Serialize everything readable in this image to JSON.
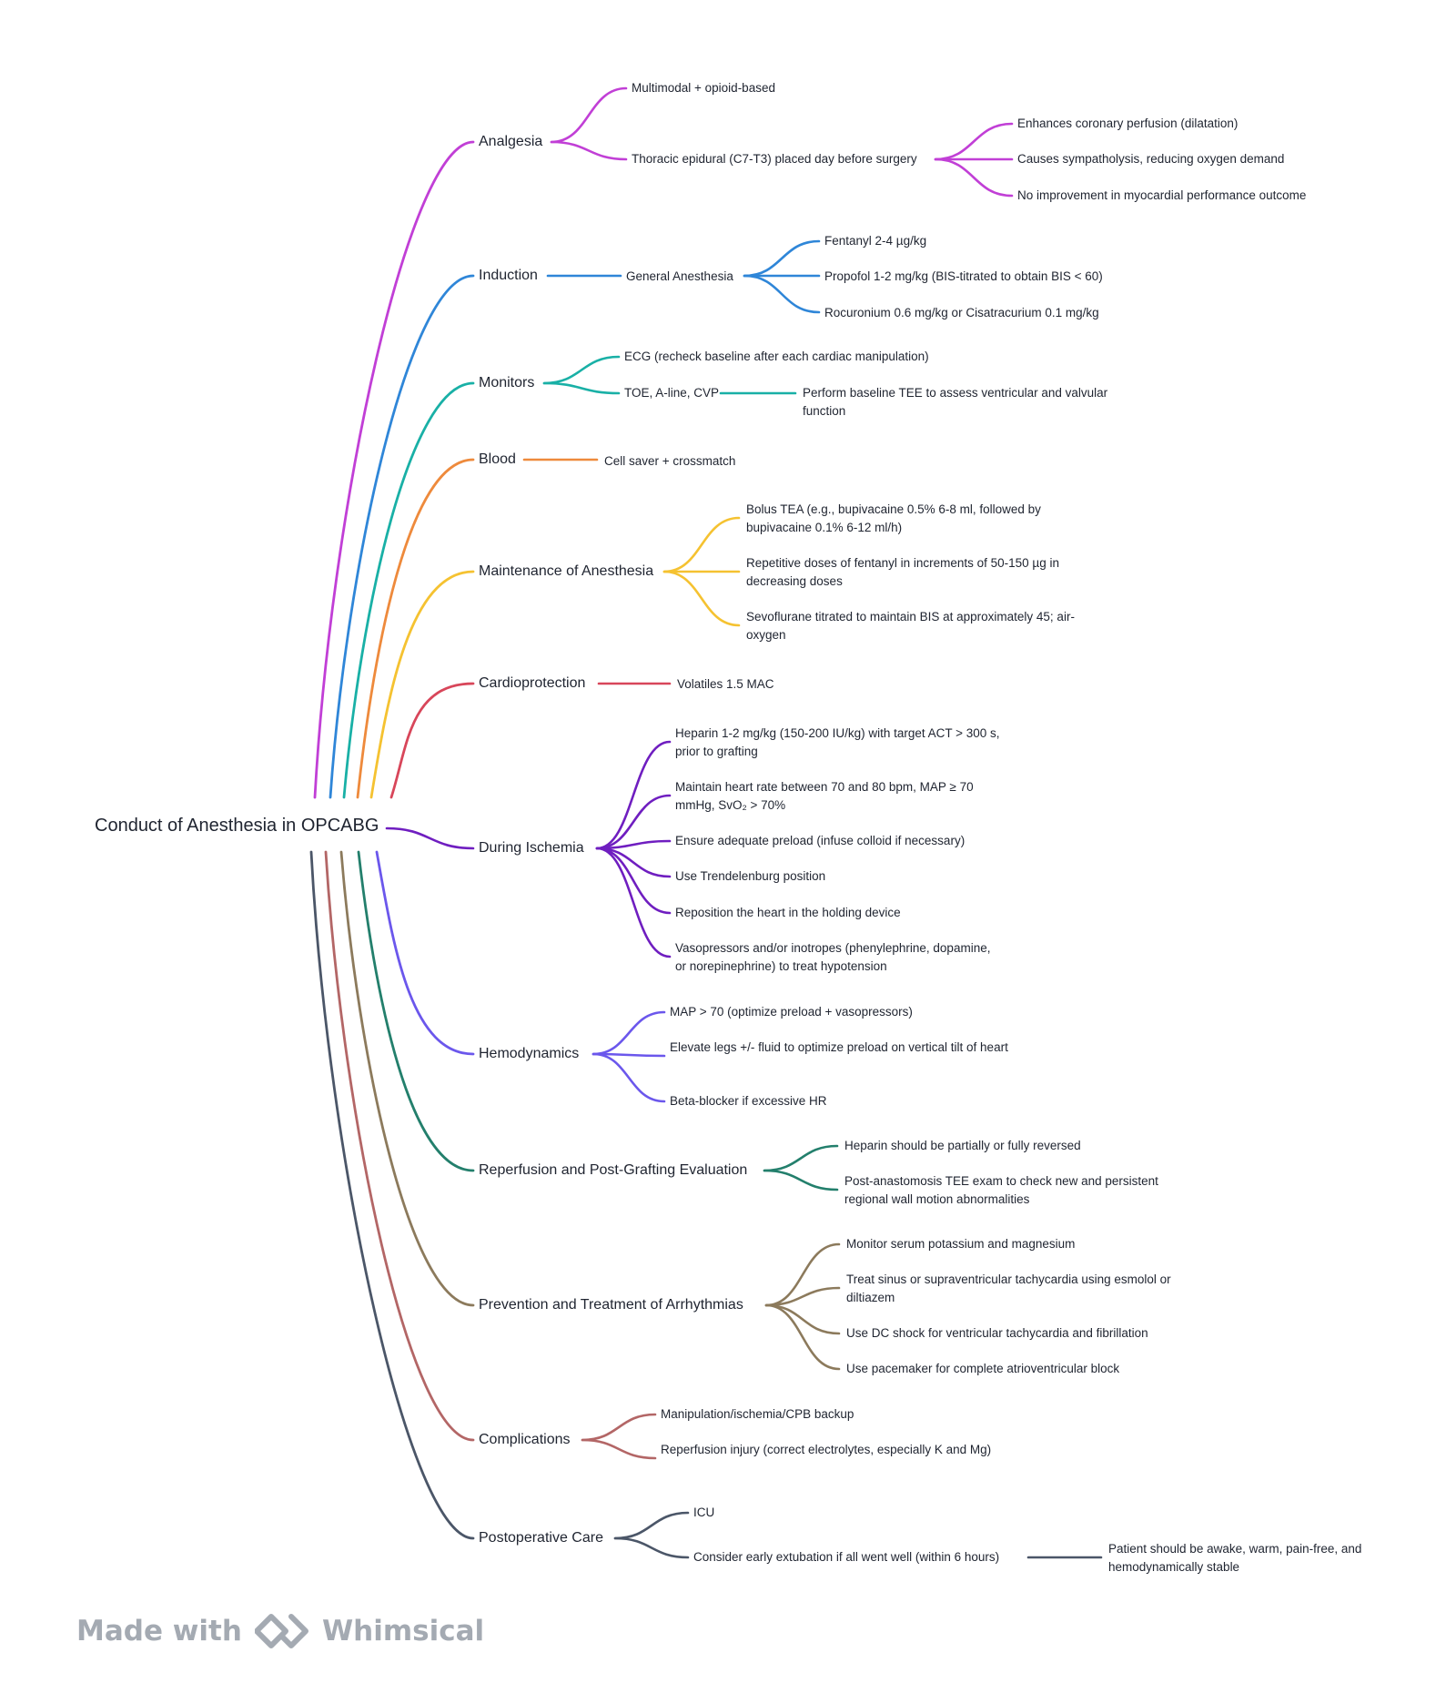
{
  "root": {
    "label": "Conduct of Anesthesia in OPCABG"
  },
  "branches": [
    {
      "label": "Analgesia",
      "color": "#c13fd6",
      "children": [
        {
          "label": "Multimodal + opioid-based"
        },
        {
          "label": "Thoracic epidural (C7-T3) placed day before surgery",
          "children": [
            {
              "label": "Enhances coronary perfusion (dilatation)"
            },
            {
              "label": "Causes sympatholysis, reducing oxygen demand"
            },
            {
              "label": "No improvement in myocardial performance outcome"
            }
          ]
        }
      ]
    },
    {
      "label": "Induction",
      "color": "#2f86d8",
      "children": [
        {
          "label": "General Anesthesia",
          "children": [
            {
              "label": "Fentanyl 2-4 µg/kg"
            },
            {
              "label": "Propofol 1-2 mg/kg (BIS-titrated to obtain BIS < 60)"
            },
            {
              "label": "Rocuronium 0.6 mg/kg or Cisatracurium 0.1 mg/kg"
            }
          ]
        }
      ]
    },
    {
      "label": "Monitors",
      "color": "#19b0a6",
      "children": [
        {
          "label": "ECG (recheck baseline after each cardiac manipulation)"
        },
        {
          "label": "TOE, A-line, CVP",
          "children": [
            {
              "label": "Perform baseline TEE to assess ventricular and valvular function"
            }
          ]
        }
      ]
    },
    {
      "label": "Blood",
      "color": "#ee8a3c",
      "children": [
        {
          "label": "Cell saver + crossmatch"
        }
      ]
    },
    {
      "label": "Maintenance of Anesthesia",
      "color": "#f5c231",
      "children": [
        {
          "label": "Bolus TEA (e.g., bupivacaine 0.5% 6-8 ml, followed by bupivacaine 0.1% 6-12 ml/h)"
        },
        {
          "label": "Repetitive doses of fentanyl in increments of 50-150 µg in decreasing doses"
        },
        {
          "label": "Sevoflurane titrated to maintain BIS at approximately 45; air-oxygen"
        }
      ]
    },
    {
      "label": "Cardioprotection",
      "color": "#d8465a",
      "children": [
        {
          "label": "Volatiles 1.5 MAC"
        }
      ]
    },
    {
      "label": "During Ischemia",
      "color": "#6f1ec0",
      "children": [
        {
          "label": "Heparin 1-2 mg/kg (150-200 IU/kg) with target ACT > 300 s, prior to grafting"
        },
        {
          "label": "Maintain heart rate between 70 and 80 bpm, MAP ≥ 70 mmHg, SvO₂ > 70%"
        },
        {
          "label": "Ensure adequate preload (infuse colloid if necessary)"
        },
        {
          "label": "Use Trendelenburg position"
        },
        {
          "label": "Reposition the heart in the holding device"
        },
        {
          "label": "Vasopressors and/or inotropes (phenylephrine, dopamine, or norepinephrine) to treat hypotension"
        }
      ]
    },
    {
      "label": "Hemodynamics",
      "color": "#6b57ec",
      "children": [
        {
          "label": "MAP > 70 (optimize preload + vasopressors)"
        },
        {
          "label": "Elevate legs +/- fluid to optimize preload on vertical tilt of heart"
        },
        {
          "label": "Beta-blocker if excessive HR"
        }
      ]
    },
    {
      "label": "Reperfusion and Post-Grafting Evaluation",
      "color": "#237f6c",
      "children": [
        {
          "label": "Heparin should be partially or fully reversed"
        },
        {
          "label": "Post-anastomosis TEE exam to check new and persistent regional wall motion abnormalities"
        }
      ]
    },
    {
      "label": "Prevention and Treatment of Arrhythmias",
      "color": "#8c7a5c",
      "children": [
        {
          "label": "Monitor serum potassium and magnesium"
        },
        {
          "label": "Treat sinus or supraventricular tachycardia using esmolol or diltiazem"
        },
        {
          "label": "Use DC shock for ventricular tachycardia and fibrillation"
        },
        {
          "label": "Use pacemaker for complete atrioventricular block"
        }
      ]
    },
    {
      "label": "Complications",
      "color": "#b36666",
      "children": [
        {
          "label": "Manipulation/ischemia/CPB backup"
        },
        {
          "label": "Reperfusion injury (correct electrolytes, especially K and Mg)"
        }
      ]
    },
    {
      "label": "Postoperative Care",
      "color": "#4b5668",
      "children": [
        {
          "label": "ICU"
        },
        {
          "label": "Consider early extubation if all went well (within 6 hours)",
          "children": [
            {
              "label": "Patient should be awake, warm, pain-free, and hemodynamically stable"
            }
          ]
        }
      ]
    }
  ],
  "watermark": {
    "prefix": "Made with",
    "brand": "Whimsical",
    "color": "#a4aab2"
  }
}
